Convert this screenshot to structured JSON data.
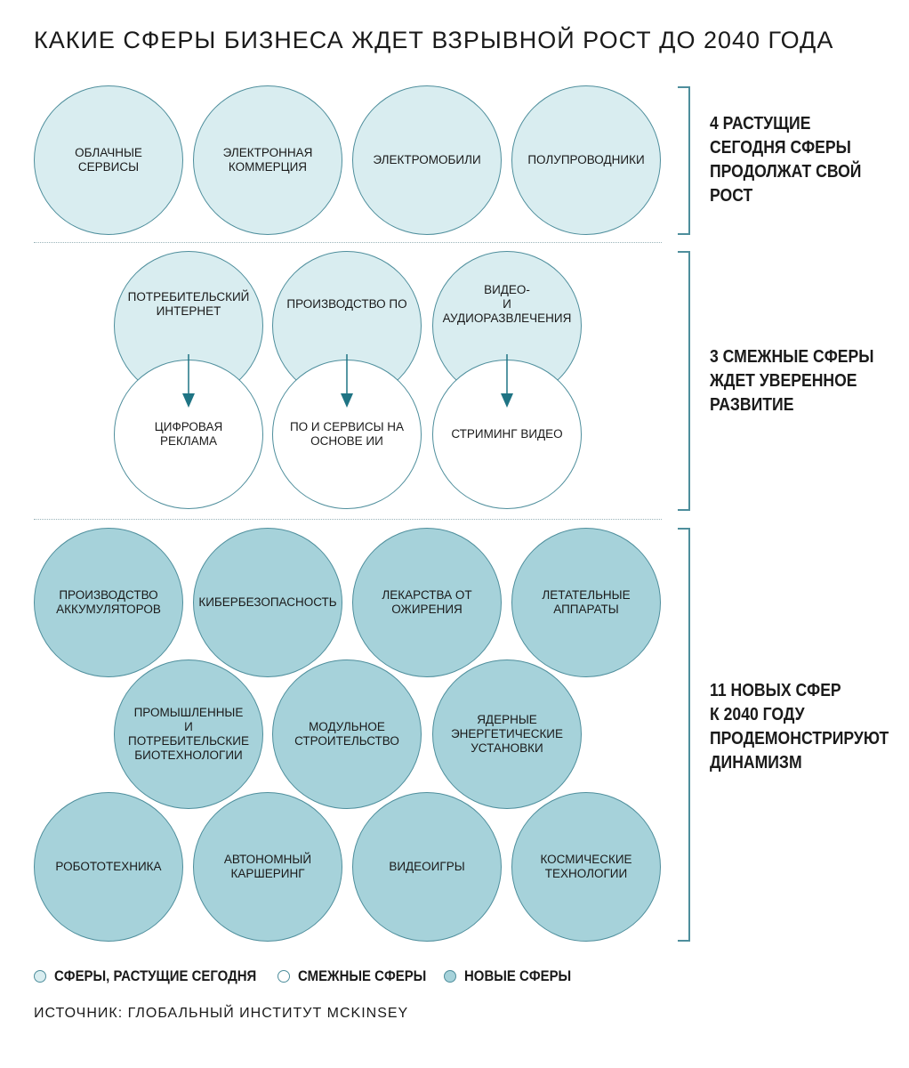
{
  "title": "КАКИЕ СФЕРЫ БИЗНЕСА ЖДЕТ ВЗРЫВНОЙ РОСТ ДО 2040 ГОДА",
  "groups": {
    "growing": {
      "label": "4 РАСТУЩИЕ\nСЕГОДНЯ СФЕРЫ\nПРОДОЛЖАТ СВОЙ\nРОСТ",
      "items": [
        "ОБЛАЧНЫЕ СЕРВИСЫ",
        "ЭЛЕКТРОННАЯ\nКОММЕРЦИЯ",
        "ЭЛЕКТРОМОБИЛИ",
        "ПОЛУПРОВОДНИКИ"
      ]
    },
    "adjacent": {
      "label": "3 СМЕЖНЫЕ СФЕРЫ\nЖДЕТ УВЕРЕННОЕ\nРАЗВИТИЕ",
      "pairs": [
        {
          "from": "ПОТРЕБИТЕЛЬСКИЙ\nИНТЕРНЕТ",
          "to": "ЦИФРОВАЯ РЕКЛАМА"
        },
        {
          "from": "ПРОИЗВОДСТВО ПО",
          "to": "ПО И СЕРВИСЫ НА\nОСНОВЕ ИИ"
        },
        {
          "from": "ВИДЕО-\nИ АУДИОРАЗВЛЕЧЕНИЯ",
          "to": "СТРИМИНГ ВИДЕО"
        }
      ]
    },
    "new": {
      "label": "11 НОВЫХ СФЕР\nК 2040 ГОДУ\nПРОДЕМОНСТРИРУЮТ\nДИНАМИЗМ",
      "items": [
        "ПРОИЗВОДСТВО\nАККУМУЛЯТОРОВ",
        "КИБЕРБЕЗОПАСНОСТЬ",
        "ЛЕКАРСТВА ОТ\nОЖИРЕНИЯ",
        "ЛЕТАТЕЛЬНЫЕ\nАППАРАТЫ",
        "ПРОМЫШЛЕННЫЕ\nИ ПОТРЕБИТЕЛЬСКИЕ\nБИОТЕХНОЛОГИИ",
        "МОДУЛЬНОЕ\nСТРОИТЕЛЬСТВО",
        "ЯДЕРНЫЕ\nЭНЕРГЕТИЧЕСКИЕ\nУСТАНОВКИ",
        "РОБОТОТЕХНИКА",
        "АВТОНОМНЫЙ\nКАРШЕРИНГ",
        "ВИДЕОИГРЫ",
        "КОСМИЧЕСКИЕ\nТЕХНОЛОГИИ"
      ]
    }
  },
  "legend": [
    {
      "label": "СФЕРЫ, РАСТУЩИЕ СЕГОДНЯ",
      "color": "#d9edf0"
    },
    {
      "label": "СМЕЖНЫЕ СФЕРЫ",
      "color": "#ffffff"
    },
    {
      "label": "НОВЫЕ СФЕРЫ",
      "color": "#a6d2da"
    }
  ],
  "source": "ИСТОЧНИК: ГЛОБАЛЬНЫЙ ИНСТИТУТ MCKINSEY",
  "colors": {
    "growing_fill": "#d9edf0",
    "adjacent_fill": "#ffffff",
    "new_fill": "#a6d2da",
    "outline": "#4e8e9c",
    "arrow": "#1f7484"
  },
  "icons": {
    "connector": "down-arrow-icon"
  }
}
